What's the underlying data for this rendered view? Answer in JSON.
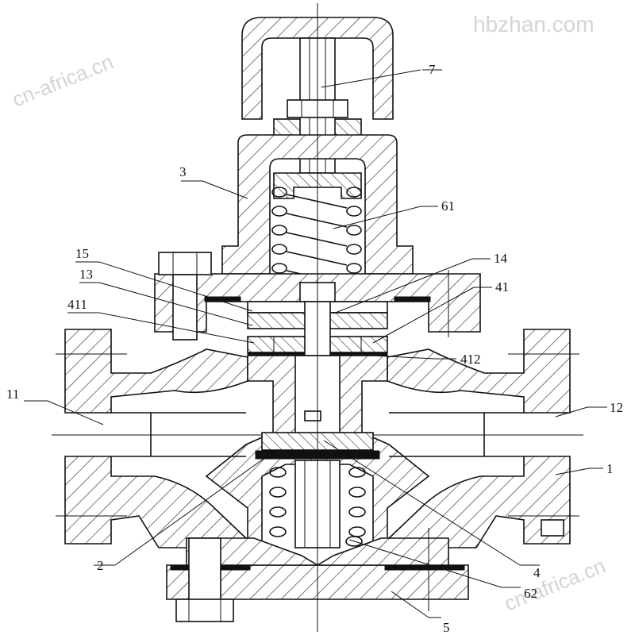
{
  "watermarks": {
    "top_right": "hbzhan.com",
    "top_left": "cn-africa.cn",
    "bottom_right": "cn-africa.cn"
  },
  "callouts": {
    "c7": "7",
    "c3": "3",
    "c61": "61",
    "c15": "15",
    "c14": "14",
    "c13": "13",
    "c41": "41",
    "c411": "411",
    "c412": "412",
    "c11": "11",
    "c12": "12",
    "c1": "1",
    "c2": "2",
    "c4": "4",
    "c62": "62",
    "c5": "5"
  }
}
